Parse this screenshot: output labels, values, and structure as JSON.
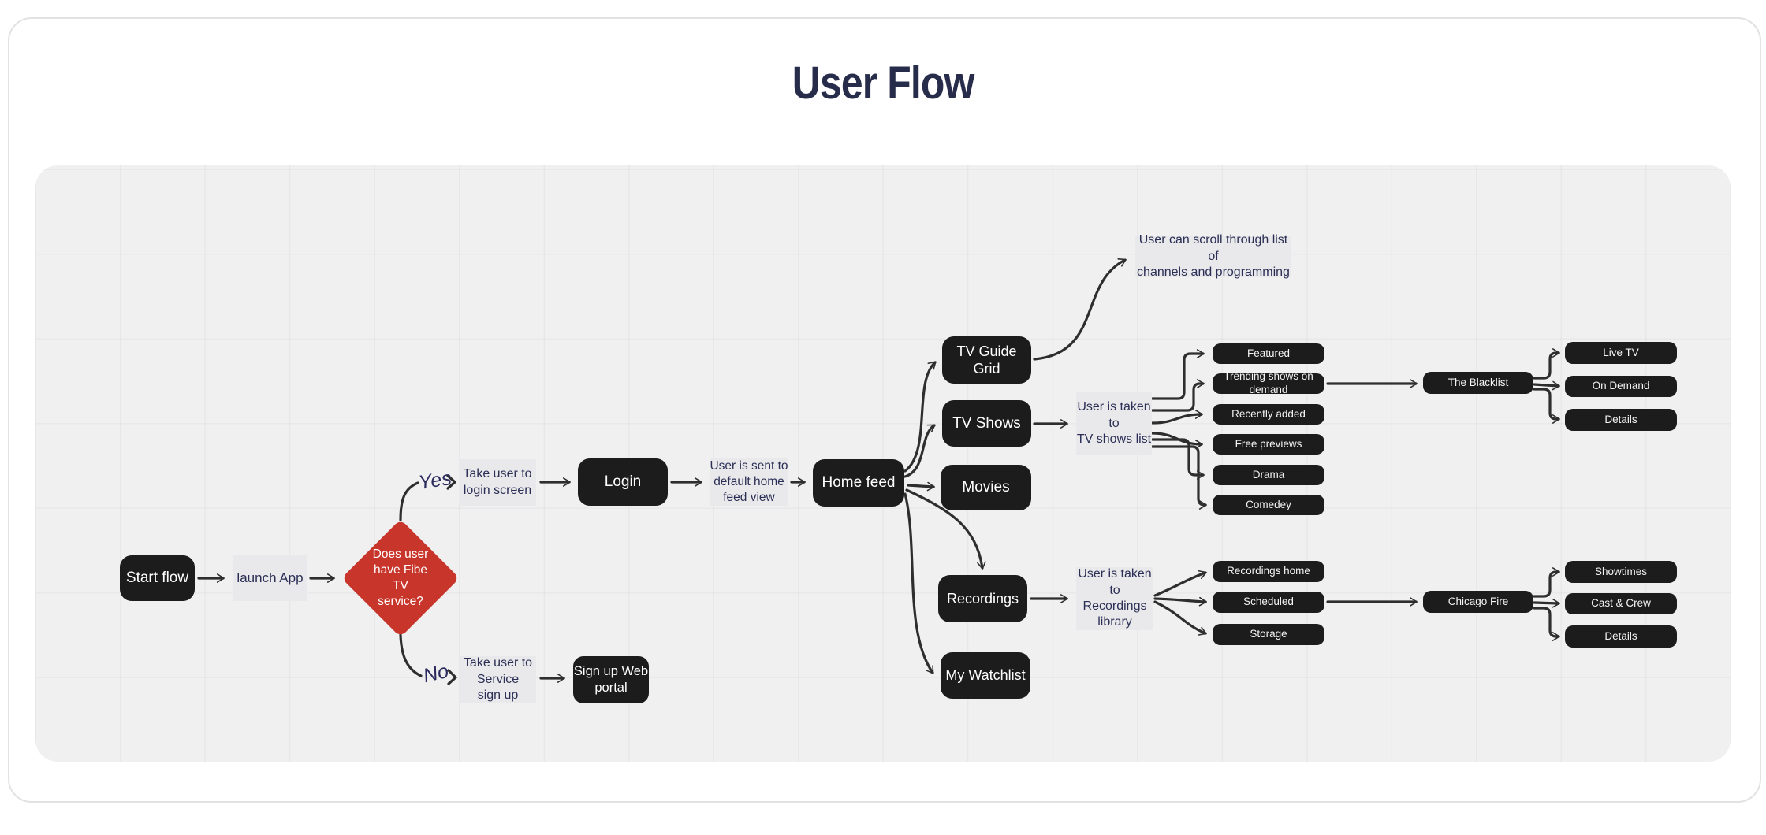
{
  "title": "User Flow",
  "colors": {
    "node_bg": "#1c1c1c",
    "node_text": "#ffffff",
    "decision_bg": "#c8352b",
    "note_bg": "#e9e9eb",
    "navy_text": "#2b2f55",
    "edge": "#2e2e2e",
    "canvas_bg": "#f0f0f1",
    "title_color": "#272c4a"
  },
  "flow": {
    "start": "Start flow",
    "launch_app": "launch App",
    "decision": "Does user\nhave Fibe\nTV\nservice?",
    "yes_label": "Yes",
    "no_label": "No",
    "yes_note": "Take user to\nlogin screen",
    "login": "Login",
    "home_note": "User is sent to\ndefault home\nfeed view",
    "home_feed": "Home feed",
    "tv_guide_grid": "TV Guide Grid",
    "scroll_note": "User can scroll through list of\nchannels and programming",
    "tv_shows": "TV Shows",
    "movies": "Movies",
    "recordings": "Recordings",
    "my_watchlist": "My Watchlist",
    "tv_shows_note": "User is taken to\nTV shows list",
    "tv_show_items": [
      "Featured",
      "Trending shows on demand",
      "Recently added",
      "Free previews",
      "Drama",
      "Comedey"
    ],
    "blacklist": "The Blacklist",
    "blacklist_items": [
      "Live TV",
      "On Demand",
      "Details"
    ],
    "recordings_note": "User is taken to\nRecordings\nlibrary",
    "recordings_items": [
      "Recordings home",
      "Scheduled",
      "Storage"
    ],
    "chicago_fire": "Chicago Fire",
    "chicago_items": [
      "Showtimes",
      "Cast & Crew",
      "Details"
    ],
    "no_note": "Take user to\nService\nsign up",
    "signup_portal": "Sign up Web\nportal"
  }
}
